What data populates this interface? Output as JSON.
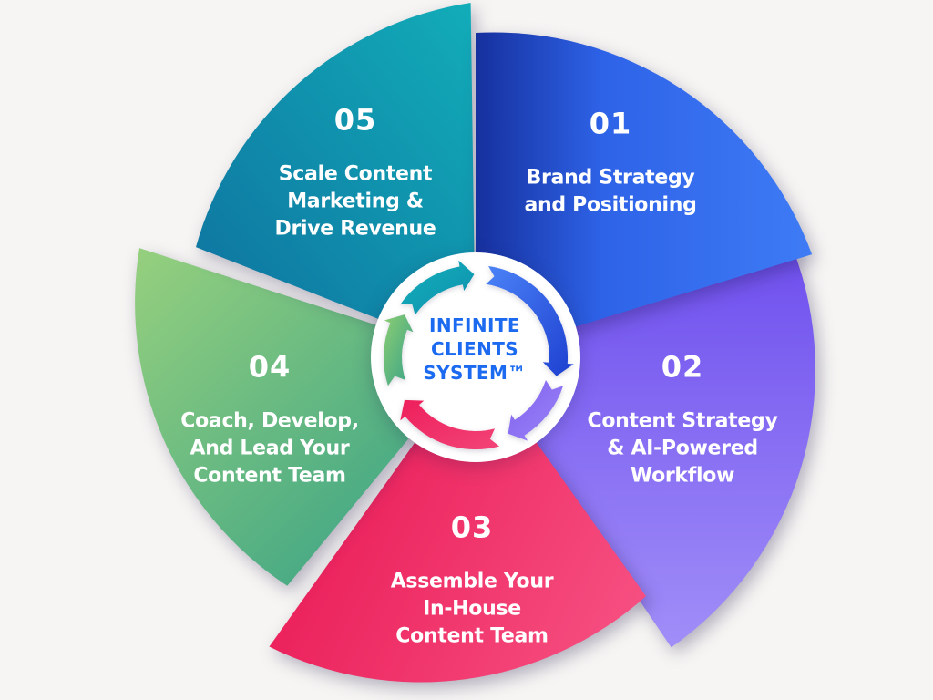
{
  "background": "#f6f5f3",
  "center": {
    "title": "INFINITE\nCLIENTS\nSYSTEM™",
    "text_color": "#1b6af0",
    "disk_color": "#ffffff"
  },
  "segments": [
    {
      "number": "01",
      "title": "Brand Strategy\nand Positioning",
      "gradient": [
        "#16309e",
        "#2e63e8",
        "#3e7bf5"
      ]
    },
    {
      "number": "02",
      "title": "Content Strategy\n& AI-Powered\nWorkflow",
      "gradient": [
        "#6f50ee",
        "#a18ef8"
      ]
    },
    {
      "number": "03",
      "title": "Assemble Your\nIn-House\nContent Team",
      "gradient": [
        "#e91753",
        "#f64e80"
      ]
    },
    {
      "number": "04",
      "title": "Coach, Develop,\nAnd Lead Your\nContent Team",
      "gradient": [
        "#96d07e",
        "#2f9e86"
      ]
    },
    {
      "number": "05",
      "title": "Scale Content\nMarketing &\nDrive Revenue",
      "gradient": [
        "#12adb9",
        "#0e6f9e"
      ]
    }
  ],
  "ring_arrows": [
    {
      "name": "blue-arrow",
      "gradient": [
        "#4b83f7",
        "#1d3fd0"
      ]
    },
    {
      "name": "purple-arrow",
      "gradient": [
        "#8161f0",
        "#9a84f6"
      ]
    },
    {
      "name": "pink-arrow",
      "gradient": [
        "#ee1f5b",
        "#f24478"
      ]
    },
    {
      "name": "green-arrow",
      "gradient": [
        "#8ccd72",
        "#37a289"
      ]
    },
    {
      "name": "teal-arrow",
      "gradient": [
        "#14b0ba",
        "#0d8fae"
      ]
    }
  ]
}
